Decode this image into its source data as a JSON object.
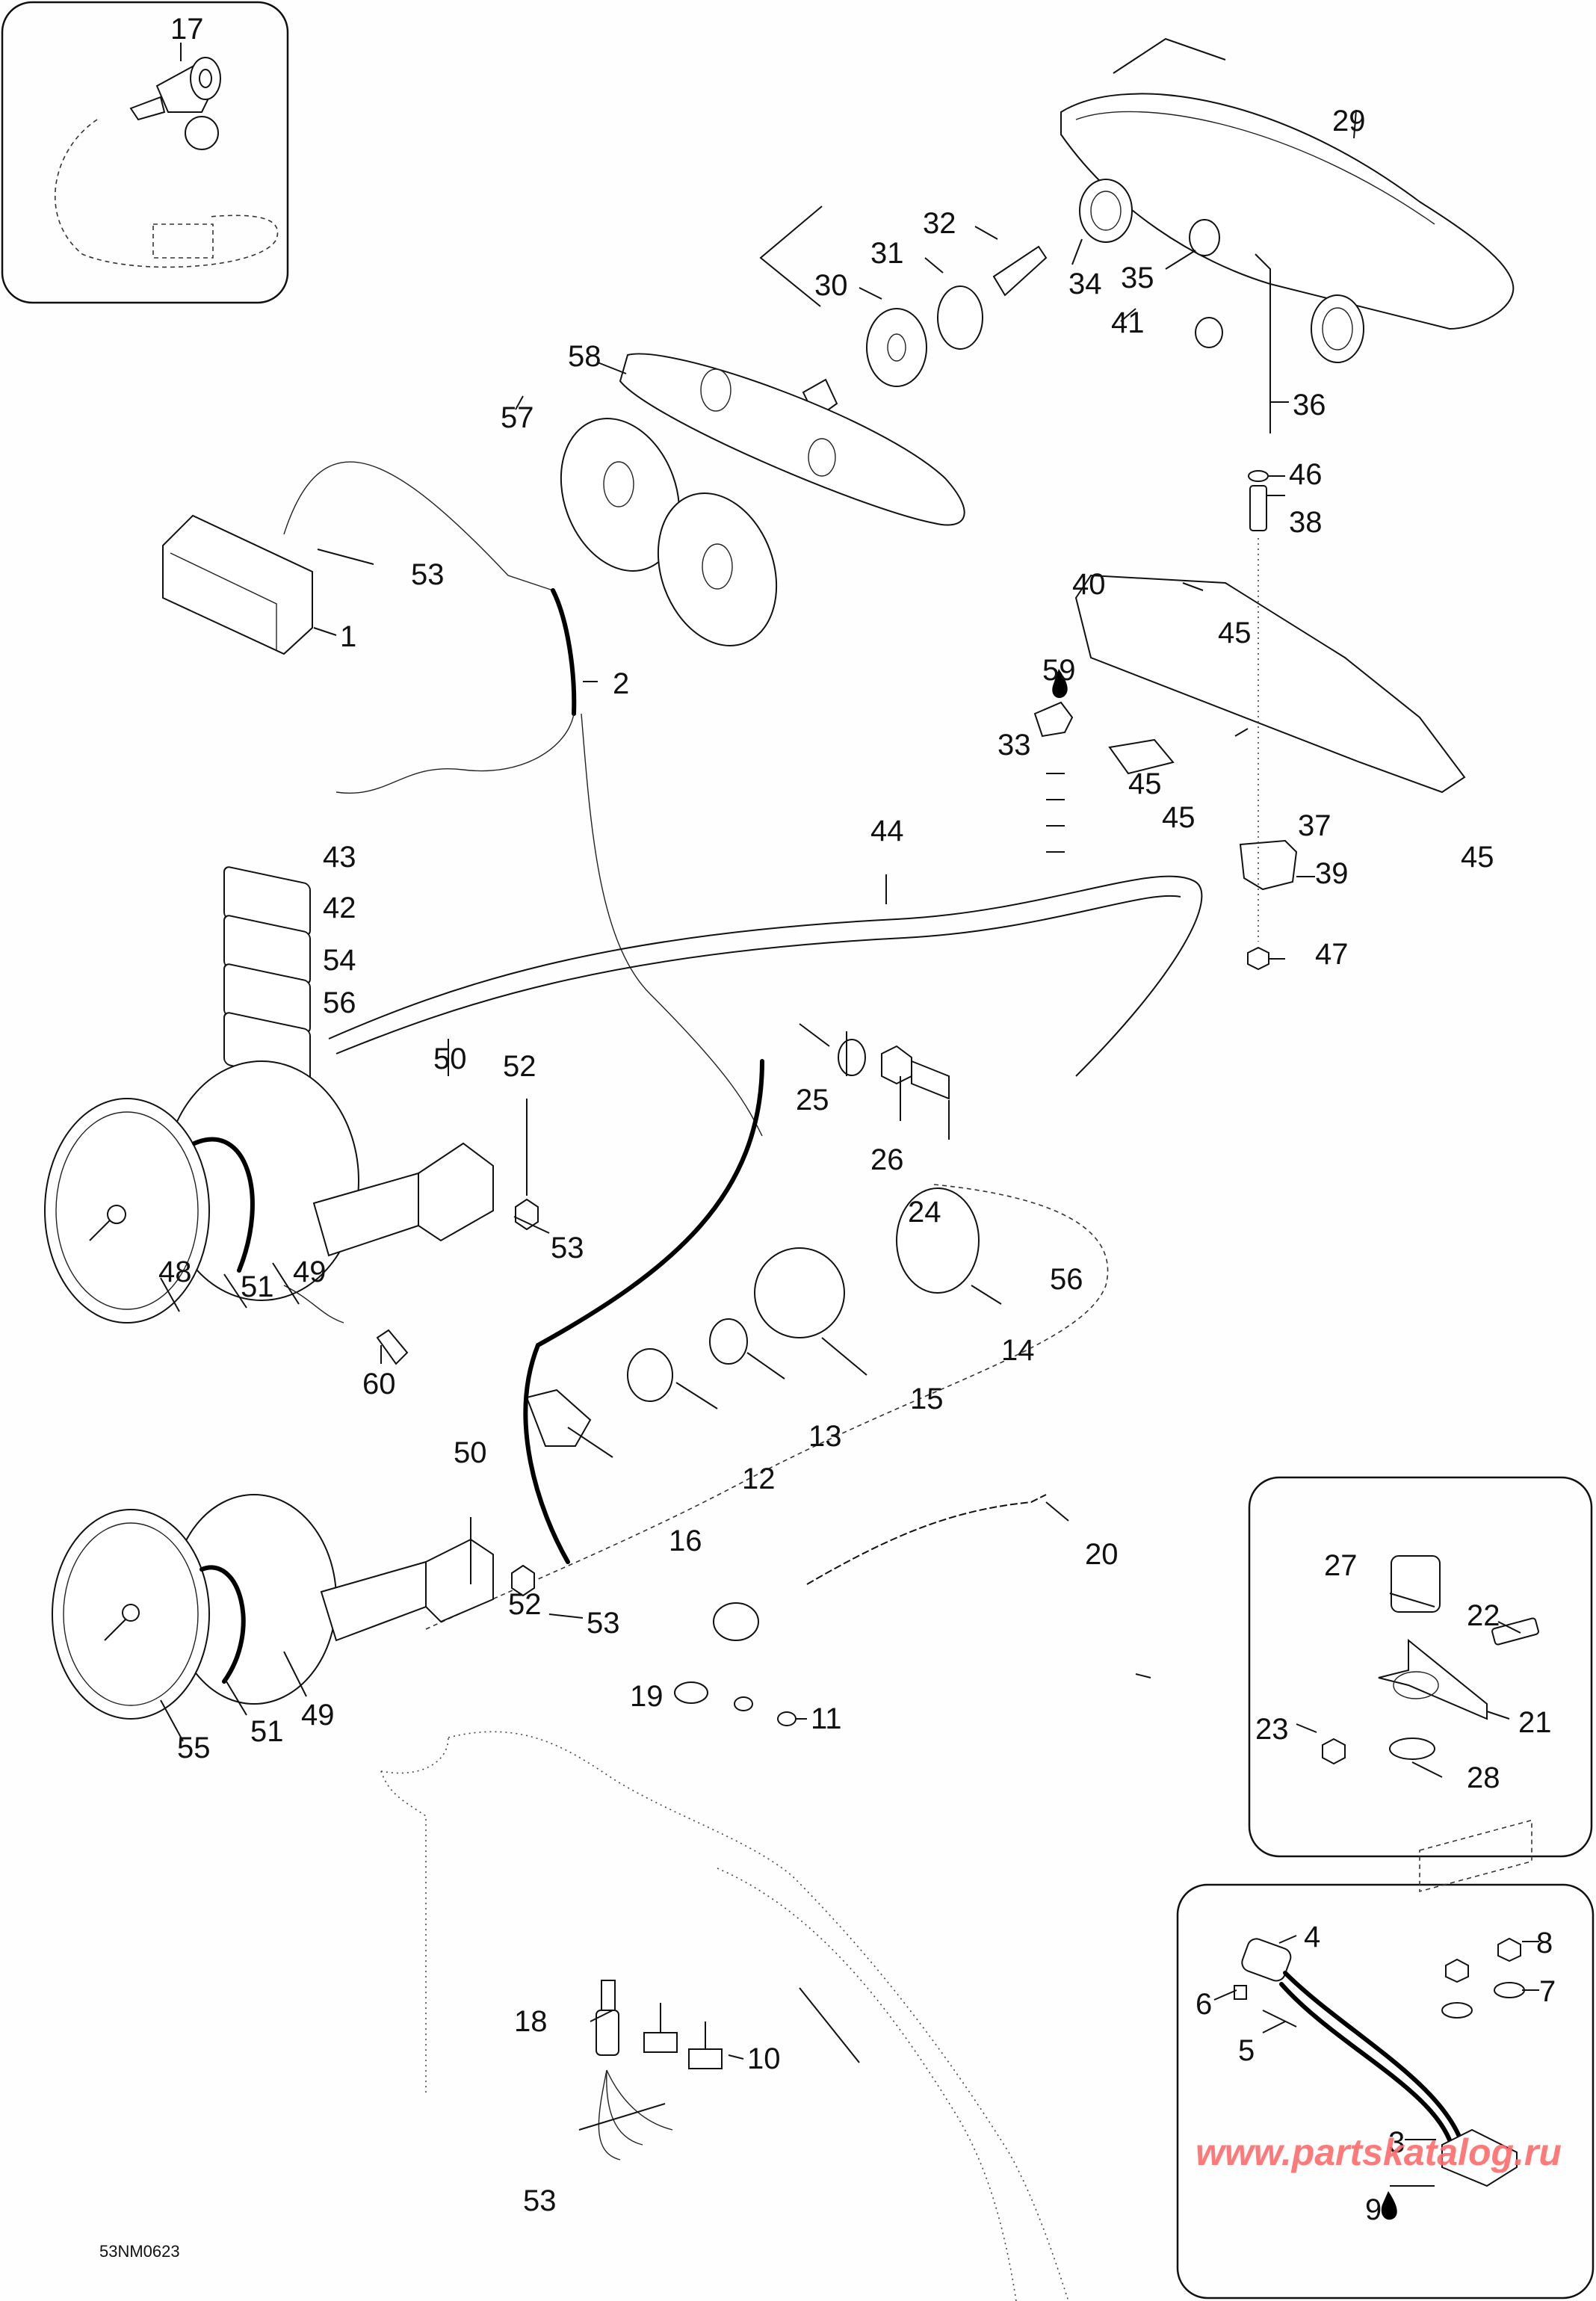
{
  "diagram": {
    "type": "exploded-parts-diagram",
    "figure_code": "53NM0623",
    "watermark": "www.partskatalog.ru",
    "colors": {
      "line": "#111111",
      "background": "#fdfefd",
      "watermark": "#ff6b6b"
    },
    "callouts": {
      "c1": "1",
      "c2": "2",
      "c3": "3",
      "c4": "4",
      "c5": "5",
      "c6": "6",
      "c7": "7",
      "c8": "8",
      "c9": "9",
      "c10": "10",
      "c11": "11",
      "c12": "12",
      "c13": "13",
      "c14": "14",
      "c15": "15",
      "c16": "16",
      "c17": "17",
      "c18": "18",
      "c19": "19",
      "c20": "20",
      "c21": "21",
      "c22": "22",
      "c23": "23",
      "c24": "24",
      "c25": "25",
      "c26": "26",
      "c27": "27",
      "c28": "28",
      "c29": "29",
      "c30": "30",
      "c31": "31",
      "c32": "32",
      "c33": "33",
      "c34": "34",
      "c35": "35",
      "c36": "36",
      "c37": "37",
      "c38": "38",
      "c39": "39",
      "c40": "40",
      "c41": "41",
      "c42": "42",
      "c43": "43",
      "c44": "44",
      "c45a": "45",
      "c45b": "45",
      "c45c": "45",
      "c45d": "45",
      "c46": "46",
      "c47": "47",
      "c48": "48",
      "c49a": "49",
      "c49b": "49",
      "c50a": "50",
      "c50b": "50",
      "c51a": "51",
      "c51b": "51",
      "c52a": "52",
      "c52b": "52",
      "c53a": "53",
      "c53b": "53",
      "c53c": "53",
      "c53d": "53",
      "c54": "54",
      "c55": "55",
      "c56a": "56",
      "c56b": "56",
      "c57": "57",
      "c58": "58",
      "c59": "59",
      "c60": "60"
    },
    "insets": [
      {
        "name": "ignition-key-inset",
        "parts": [
          "17"
        ]
      },
      {
        "name": "sensor-bracket-inset",
        "parts": [
          "21",
          "22",
          "23",
          "27",
          "28"
        ]
      },
      {
        "name": "module-inset",
        "parts": [
          "3",
          "4",
          "5",
          "6",
          "7",
          "8",
          "9"
        ]
      }
    ],
    "symbols": {
      "adhesive_drop": "drop-icon",
      "parts_with_adhesive": [
        "9",
        "59"
      ]
    }
  }
}
